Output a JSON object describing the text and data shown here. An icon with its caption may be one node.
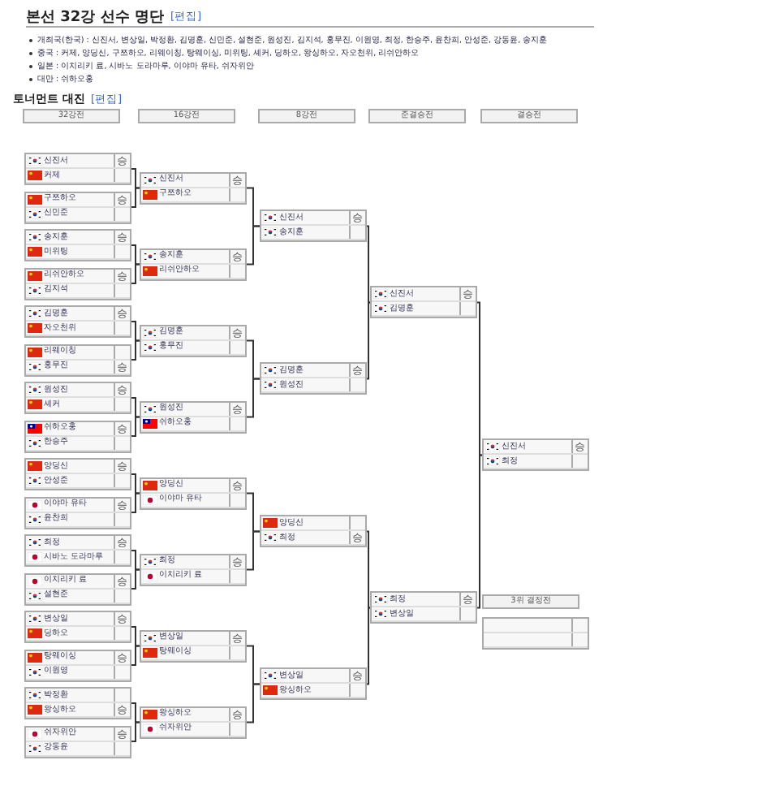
{
  "diagram": {
    "title": "본선 32강 선수 명단",
    "nodes": [
      {
        "text": [
          "32강전"
        ]
      },
      {
        "text": [
          "16강전"
        ]
      },
      {
        "text": [
          "8강전"
        ]
      },
      {
        "text": [
          "준결승전"
        ]
      },
      {
        "text": [
          "결승전"
        ]
      },
      {
        "text": [],
        "shape": "box"
      },
      {
        "text": [
          "신진서",
          "승"
        ],
        "in": 5
      },
      {
        "text": [
          "커제"
        ],
        "in": 5
      },
      {
        "text": [],
        "shape": "box"
      },
      {
        "text": [
          "구쯔하오",
          "승"
        ],
        "in": 8
      },
      {
        "text": [
          "신민준"
        ],
        "in": 8
      },
      {
        "text": [],
        "shape": "box"
      },
      {
        "text": [
          "송지훈",
          "승"
        ],
        "in": 11
      },
      {
        "text": [
          "미위팅"
        ],
        "in": 11
      },
      {
        "text": [],
        "shape": "box"
      },
      {
        "text": [
          "리쉬안하오",
          "승"
        ],
        "in": 14
      },
      {
        "text": [
          "김지석"
        ],
        "in": 14
      },
      {
        "text": [],
        "shape": "box"
      },
      {
        "text": [
          "김명훈",
          "승"
        ],
        "in": 17
      },
      {
        "text": [
          "자오천위"
        ],
        "in": 17
      },
      {
        "text": [],
        "shape": "box"
      },
      {
        "text": [
          "리웨이칭"
        ],
        "in": 20
      },
      {
        "text": [
          "홍무진",
          "승"
        ],
        "in": 20
      },
      {
        "text": [],
        "shape": "box"
      },
      {
        "text": [
          "원성진",
          "승"
        ],
        "in": 23
      },
      {
        "text": [
          "셰커"
        ],
        "in": 23
      },
      {
        "text": [],
        "shape": "box"
      },
      {
        "text": [
          "쉬하오훙",
          "승"
        ],
        "in": 26
      },
      {
        "text": [
          "한승주"
        ],
        "in": 26
      },
      {
        "text": [],
        "shape": "box"
      },
      {
        "text": [
          "양딩신",
          "승"
        ],
        "in": 29
      },
      {
        "text": [
          "안성준"
        ],
        "in": 29
      },
      {
        "text": [],
        "shape": "box"
      },
      {
        "text": [
          "이야마 유타",
          "승"
        ],
        "in": 32
      },
      {
        "text": [
          "윤찬희"
        ],
        "in": 32
      },
      {
        "text": [],
        "shape": "box"
      },
      {
        "text": [
          "최정",
          "승"
        ],
        "in": 35
      },
      {
        "text": [
          "시바노 도라마루"
        ],
        "in": 35
      },
      {
        "text": [],
        "shape": "box"
      },
      {
        "text": [
          "이치리키 료",
          "승"
        ],
        "in": 38
      },
      {
        "text": [
          "설현준"
        ],
        "in": 38
      },
      {
        "text": [],
        "shape": "box"
      },
      {
        "text": [
          "변상일",
          "승"
        ],
        "in": 41
      },
      {
        "text": [
          "딩하오"
        ],
        "in": 41
      },
      {
        "text": [],
        "shape": "box"
      },
      {
        "text": [
          "탕웨이싱",
          "승"
        ],
        "in": 44
      },
      {
        "text": [
          "이원영"
        ],
        "in": 44
      },
      {
        "text": [],
        "shape": "box"
      },
      {
        "text": [
          "박정환"
        ],
        "in": 47
      },
      {
        "text": [
          "왕싱하오",
          "승"
        ],
        "in": 47
      },
      {
        "text": [],
        "shape": "box"
      },
      {
        "text": [
          "쉬자위안",
          "승"
        ],
        "in": 50
      },
      {
        "text": [
          "강동윤"
        ],
        "in": 50
      },
      {
        "text": [],
        "shape": "box"
      },
      {
        "text": [
          "신진서",
          "승"
        ],
        "in": 53
      },
      {
        "text": [
          "구쯔하오"
        ],
        "in": 53
      },
      {
        "text": [],
        "shape": "box"
      },
      {
        "text": [
          "송지훈",
          "승"
        ],
        "in": 56
      },
      {
        "text": [
          "리쉬안하오"
        ],
        "in": 56
      },
      {
        "text": [],
        "shape": "box"
      },
      {
        "text": [
          "김명훈",
          "승"
        ],
        "in": 59
      },
      {
        "text": [
          "홍무진"
        ],
        "in": 59
      },
      {
        "text": [],
        "shape": "box"
      },
      {
        "text": [
          "원성진",
          "승"
        ],
        "in": 62
      },
      {
        "text": [
          "쉬하오훙"
        ],
        "in": 62
      },
      {
        "text": [],
        "shape": "box"
      },
      {
        "text": [
          "양딩신",
          "승"
        ],
        "in": 65
      },
      {
        "text": [
          "이야마 유타"
        ],
        "in": 65
      },
      {
        "text": [],
        "shape": "box"
      },
      {
        "text": [
          "최정",
          "승"
        ],
        "in": 68
      },
      {
        "text": [
          "이치리키 료"
        ],
        "in": 68
      },
      {
        "text": [],
        "shape": "box"
      },
      {
        "text": [
          "변상일",
          "승"
        ],
        "in": 71
      },
      {
        "text": [
          "탕웨이싱"
        ],
        "in": 71
      },
      {
        "text": [],
        "shape": "box"
      },
      {
        "text": [
          "왕싱하오",
          "승"
        ],
        "in": 74
      },
      {
        "text": [
          "쉬자위안"
        ],
        "in": 74
      },
      {
        "text": [],
        "shape": "box"
      },
      {
        "text": [
          "신진서",
          "승"
        ],
        "in": 77
      },
      {
        "text": [
          "송지훈"
        ],
        "in": 77
      },
      {
        "text": [],
        "shape": "box"
      },
      {
        "text": [
          "김명훈",
          "승"
        ],
        "in": 80
      },
      {
        "text": [
          "원성진"
        ],
        "in": 80
      },
      {
        "text": [],
        "shape": "box"
      },
      {
        "text": [
          "양딩신"
        ],
        "in": 83
      },
      {
        "text": [
          "최정",
          "승"
        ],
        "in": 83
      },
      {
        "text": [],
        "shape": "box"
      },
      {
        "text": [
          "변상일",
          "승"
        ],
        "in": 86
      },
      {
        "text": [
          "왕싱하오"
        ],
        "in": 86
      },
      {
        "text": [],
        "shape": "box"
      },
      {
        "text": [
          "신진서",
          "승"
        ],
        "in": 89
      },
      {
        "text": [
          "김명훈"
        ],
        "in": 89
      },
      {
        "text": [],
        "shape": "box"
      },
      {
        "text": [
          "최정",
          "승"
        ],
        "in": 92
      },
      {
        "text": [
          "변상일"
        ],
        "in": 92
      },
      {
        "text": [],
        "shape": "box"
      },
      {
        "text": [
          "신진서",
          "승"
        ],
        "in": 95
      },
      {
        "text": [
          "최정"
        ],
        "in": 95
      },
      {
        "text": [
          "3위 결정전"
        ]
      },
      {
        "text": [],
        "shape": "box"
      }
    ],
    "edges": [
      {
        "from": 5,
        "to": 53,
        "arrow": "none"
      },
      {
        "from": 8,
        "to": 53,
        "arrow": "none"
      },
      {
        "from": 11,
        "to": 56,
        "arrow": "none"
      },
      {
        "from": 14,
        "to": 56,
        "arrow": "none"
      },
      {
        "from": 17,
        "to": 59,
        "arrow": "none"
      },
      {
        "from": 20,
        "to": 59,
        "arrow": "none"
      },
      {
        "from": 23,
        "to": 62,
        "arrow": "none"
      },
      {
        "from": 26,
        "to": 62,
        "arrow": "none"
      },
      {
        "from": 29,
        "to": 65,
        "arrow": "none"
      },
      {
        "from": 32,
        "to": 65,
        "arrow": "none"
      },
      {
        "from": 35,
        "to": 68,
        "arrow": "none"
      },
      {
        "from": 38,
        "to": 68,
        "arrow": "none"
      },
      {
        "from": 41,
        "to": 71,
        "arrow": "none"
      },
      {
        "from": 44,
        "to": 71,
        "arrow": "none"
      },
      {
        "from": 47,
        "to": 74,
        "arrow": "none"
      },
      {
        "from": 50,
        "to": 74,
        "arrow": "none"
      },
      {
        "from": 53,
        "to": 77,
        "arrow": "none"
      },
      {
        "from": 56,
        "to": 77,
        "arrow": "none"
      },
      {
        "from": 59,
        "to": 80,
        "arrow": "none"
      },
      {
        "from": 62,
        "to": 80,
        "arrow": "none"
      },
      {
        "from": 65,
        "to": 83,
        "arrow": "none"
      },
      {
        "from": 68,
        "to": 83,
        "arrow": "none"
      },
      {
        "from": 71,
        "to": 86,
        "arrow": "none"
      },
      {
        "from": 74,
        "to": 86,
        "arrow": "none"
      },
      {
        "from": 77,
        "to": 89,
        "arrow": "none"
      },
      {
        "from": 80,
        "to": 89,
        "arrow": "none"
      },
      {
        "from": 83,
        "to": 92,
        "arrow": "none"
      },
      {
        "from": 86,
        "to": 92,
        "arrow": "none"
      },
      {
        "from": 89,
        "to": 95,
        "arrow": "none"
      },
      {
        "from": 92,
        "to": 95,
        "arrow": "none"
      }
    ],
    "labels": [
      "[편집]",
      "개최국(한국) : 신진서, 변상일, 박정환, 김명훈, 신민준, 설현준, 원성진, 김지석, 홍무진, 이원영, 최정, 한승주, 윤찬희, 안성준, 강동윤, 송지훈",
      "중국 : 커제, 양딩신, 구쯔하오, 리웨이칭, 탕웨이싱, 미위팅, 셰커, 딩하오, 왕싱하오, 자오천위, 리쉬안하오",
      "일본 : 이치리키 료, 시바노 도라마루, 이야마 유타, 쉬자위안",
      "대만 : 쉬하오훙",
      "토너먼트 대진",
      "[편집]"
    ]
  }
}
